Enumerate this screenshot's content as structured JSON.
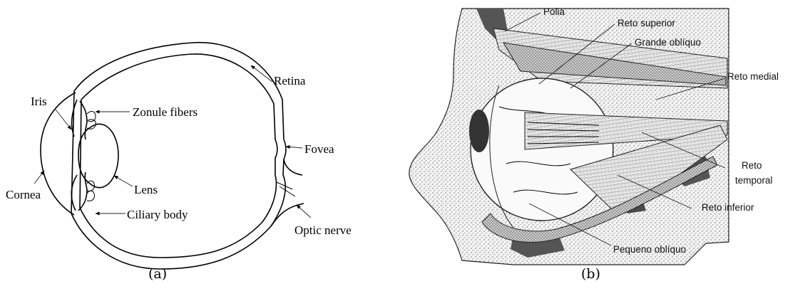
{
  "panel_a": {
    "caption": "(a)",
    "labels": {
      "iris": "Iris",
      "zonule": "Zonule fibers",
      "retina": "Retina",
      "fovea": "Fovea",
      "cornea": "Cornea",
      "lens": "Lens",
      "ciliary": "Ciliary body",
      "optic": "Optic nerve"
    }
  },
  "panel_b": {
    "caption": "(b)",
    "labels": {
      "polia": "Polia",
      "reto_superior": "Reto superior",
      "grande_obliquo": "Grande oblíquo",
      "reto_medial": "Reto medial",
      "reto_temporal_1": "Reto",
      "reto_temporal_2": "temporal",
      "reto_inferior": "Reto inferior",
      "pequeno_obliquo": "Pequeno oblíquo"
    }
  }
}
